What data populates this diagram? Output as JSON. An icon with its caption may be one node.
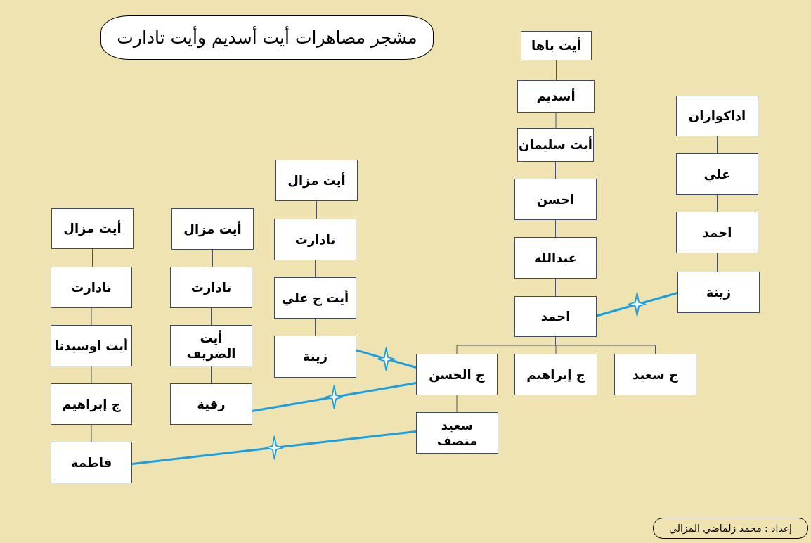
{
  "diagram": {
    "title": "مشجر مصاهرات أيت أسديم وأيت تادارت",
    "nodes": [
      {
        "text": [
          "أيت باها"
        ]
      },
      {
        "text": [
          "أسديم"
        ]
      },
      {
        "text": [
          "أيت سليمان"
        ]
      },
      {
        "text": [
          "احسن"
        ]
      },
      {
        "text": [
          "عبدالله"
        ]
      },
      {
        "text": [
          "احمد"
        ]
      },
      {
        "text": [
          "ج الحسن"
        ]
      },
      {
        "text": [
          "ج إبراهيم"
        ]
      },
      {
        "text": [
          "ج سعيد"
        ]
      },
      {
        "text": [
          "سعيد منصف"
        ]
      },
      {
        "text": [
          "اداكواران"
        ]
      },
      {
        "text": [
          "علي"
        ]
      },
      {
        "text": [
          "احمد"
        ]
      },
      {
        "text": [
          "زينة"
        ]
      },
      {
        "text": [
          "أيت مزال"
        ]
      },
      {
        "text": [
          "تادارت"
        ]
      },
      {
        "text": [
          "أيت ج علي"
        ]
      },
      {
        "text": [
          "زينة"
        ]
      },
      {
        "text": [
          "أيت مزال"
        ]
      },
      {
        "text": [
          "تادارت"
        ]
      },
      {
        "text": [
          "أيت الضريف"
        ]
      },
      {
        "text": [
          "رقية"
        ]
      },
      {
        "text": [
          "أيت مزال"
        ]
      },
      {
        "text": [
          "تادارت"
        ]
      },
      {
        "text": [
          "أيت اوسيدنا"
        ]
      },
      {
        "text": [
          "ج إبراهيم"
        ]
      },
      {
        "text": [
          "فاطمة"
        ]
      },
      {
        "text": [
          "إعداد : محمد زلماضي المزالي"
        ]
      }
    ],
    "edges": [
      {
        "from": 0,
        "to": 1,
        "arrow": "none"
      },
      {
        "from": 1,
        "to": 2,
        "arrow": "none"
      },
      {
        "from": 2,
        "to": 3,
        "arrow": "none"
      },
      {
        "from": 3,
        "to": 4,
        "arrow": "none"
      },
      {
        "from": 4,
        "to": 5,
        "arrow": "none"
      },
      {
        "from": 5,
        "to": 6,
        "arrow": "none"
      },
      {
        "from": 5,
        "to": 7,
        "arrow": "none"
      },
      {
        "from": 5,
        "to": 8,
        "arrow": "none"
      },
      {
        "from": 6,
        "to": 9,
        "arrow": "none"
      },
      {
        "from": 10,
        "to": 11,
        "arrow": "none"
      },
      {
        "from": 11,
        "to": 12,
        "arrow": "none"
      },
      {
        "from": 12,
        "to": 13,
        "arrow": "none"
      },
      {
        "from": 14,
        "to": 15,
        "arrow": "none"
      },
      {
        "from": 15,
        "to": 16,
        "arrow": "none"
      },
      {
        "from": 16,
        "to": 17,
        "arrow": "none"
      },
      {
        "from": 18,
        "to": 19,
        "arrow": "none"
      },
      {
        "from": 19,
        "to": 20,
        "arrow": "none"
      },
      {
        "from": 20,
        "to": 21,
        "arrow": "none"
      },
      {
        "from": 22,
        "to": 23,
        "arrow": "none"
      },
      {
        "from": 23,
        "to": 24,
        "arrow": "none"
      },
      {
        "from": 24,
        "to": 25,
        "arrow": "none"
      },
      {
        "from": 25,
        "to": 26,
        "arrow": "none"
      },
      {
        "from": 5,
        "to": 13,
        "arrow": "none",
        "style": "thick",
        "color": "#1a9fe3"
      },
      {
        "from": 17,
        "to": 6,
        "arrow": "none",
        "style": "thick",
        "color": "#1a9fe3"
      },
      {
        "from": 21,
        "to": 6,
        "arrow": "none",
        "style": "thick",
        "color": "#1a9fe3"
      },
      {
        "from": 26,
        "to": 9,
        "arrow": "none",
        "style": "thick",
        "color": "#1a9fe3"
      }
    ]
  }
}
